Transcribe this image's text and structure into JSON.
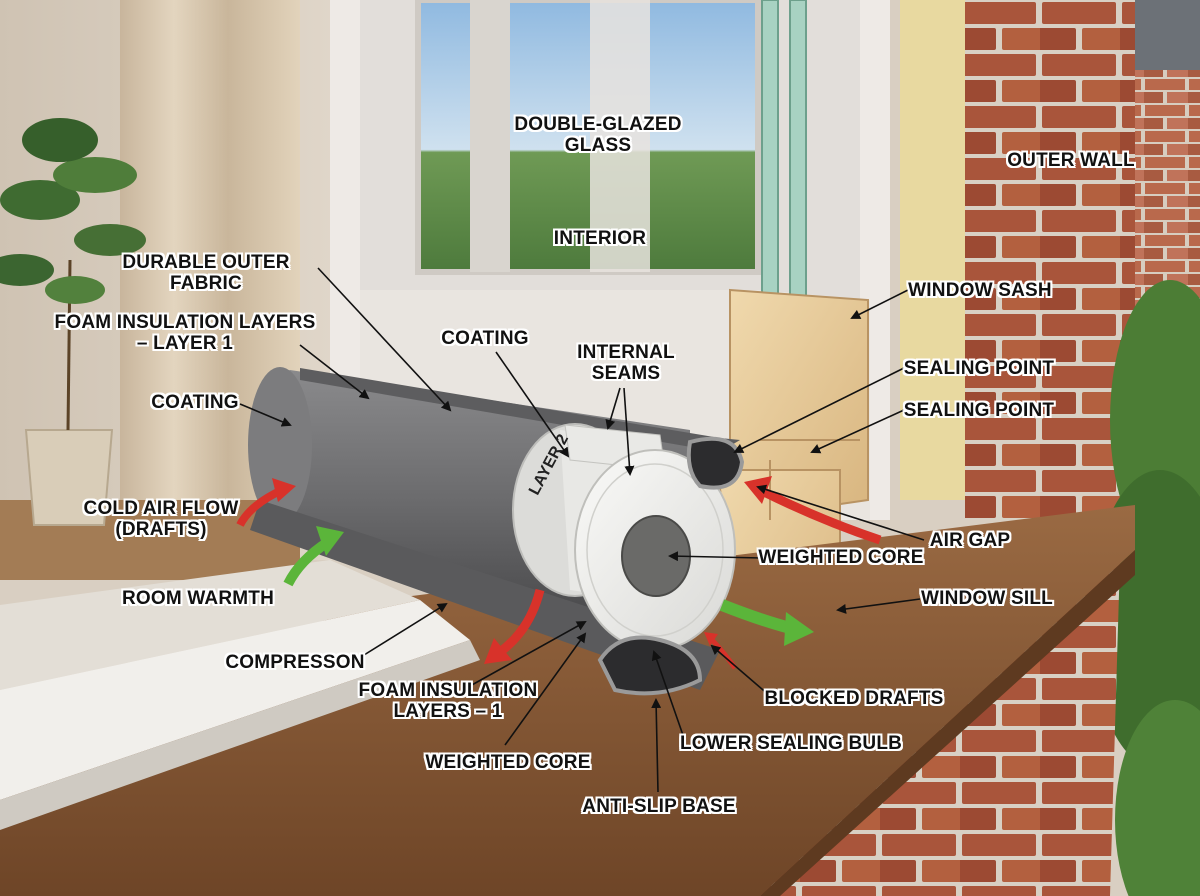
{
  "labels": {
    "double_glazed_glass": "DOUBLE-GLAZED\nGLASS",
    "interior": "INTERIOR",
    "outer_wall": "OUTER WALL",
    "durable_outer_fabric": "DURABLE OUTER FABRIC",
    "foam_layer_1": "FOAM INSULATION LAYERS\n– LAYER 1",
    "coating_center": "COATING",
    "internal_seams": "INTERNAL\nSEAMS",
    "window_sash": "WINDOW SASH",
    "sealing_point_1": "SEALING POINT",
    "sealing_point_2": "SEALING POINT",
    "coating_left": "COATING",
    "cold_air_flow": "COLD AIR FLOW\n(DRAFTS)",
    "air_gap": "AIR GAP",
    "weighted_core_right": "WEIGHTED CORE",
    "room_warmth": "ROOM WARMTH",
    "window_sill": "WINDOW SILL",
    "compression": "COMPRESSON",
    "foam_layers_bottom": "FOAM INSULATION\nLAYERS – 1",
    "blocked_drafts": "BLOCKED DRAFTS",
    "lower_sealing_bulb": "LOWER SEALING BULB",
    "weighted_core_bottom": "WEIGHTED CORE",
    "anti_slip_base": "ANTI-SLIP BASE"
  },
  "drum_text": {
    "layer2": "LAYER 2"
  },
  "colors": {
    "warm_arrow": "#5bb53a",
    "cold_arrow": "#d8322a",
    "fabric": "#6e6e70",
    "foam": "#f2f2f0",
    "brick": "#a8543b",
    "wood": "#e6c898",
    "sill": "#8a5a36"
  }
}
